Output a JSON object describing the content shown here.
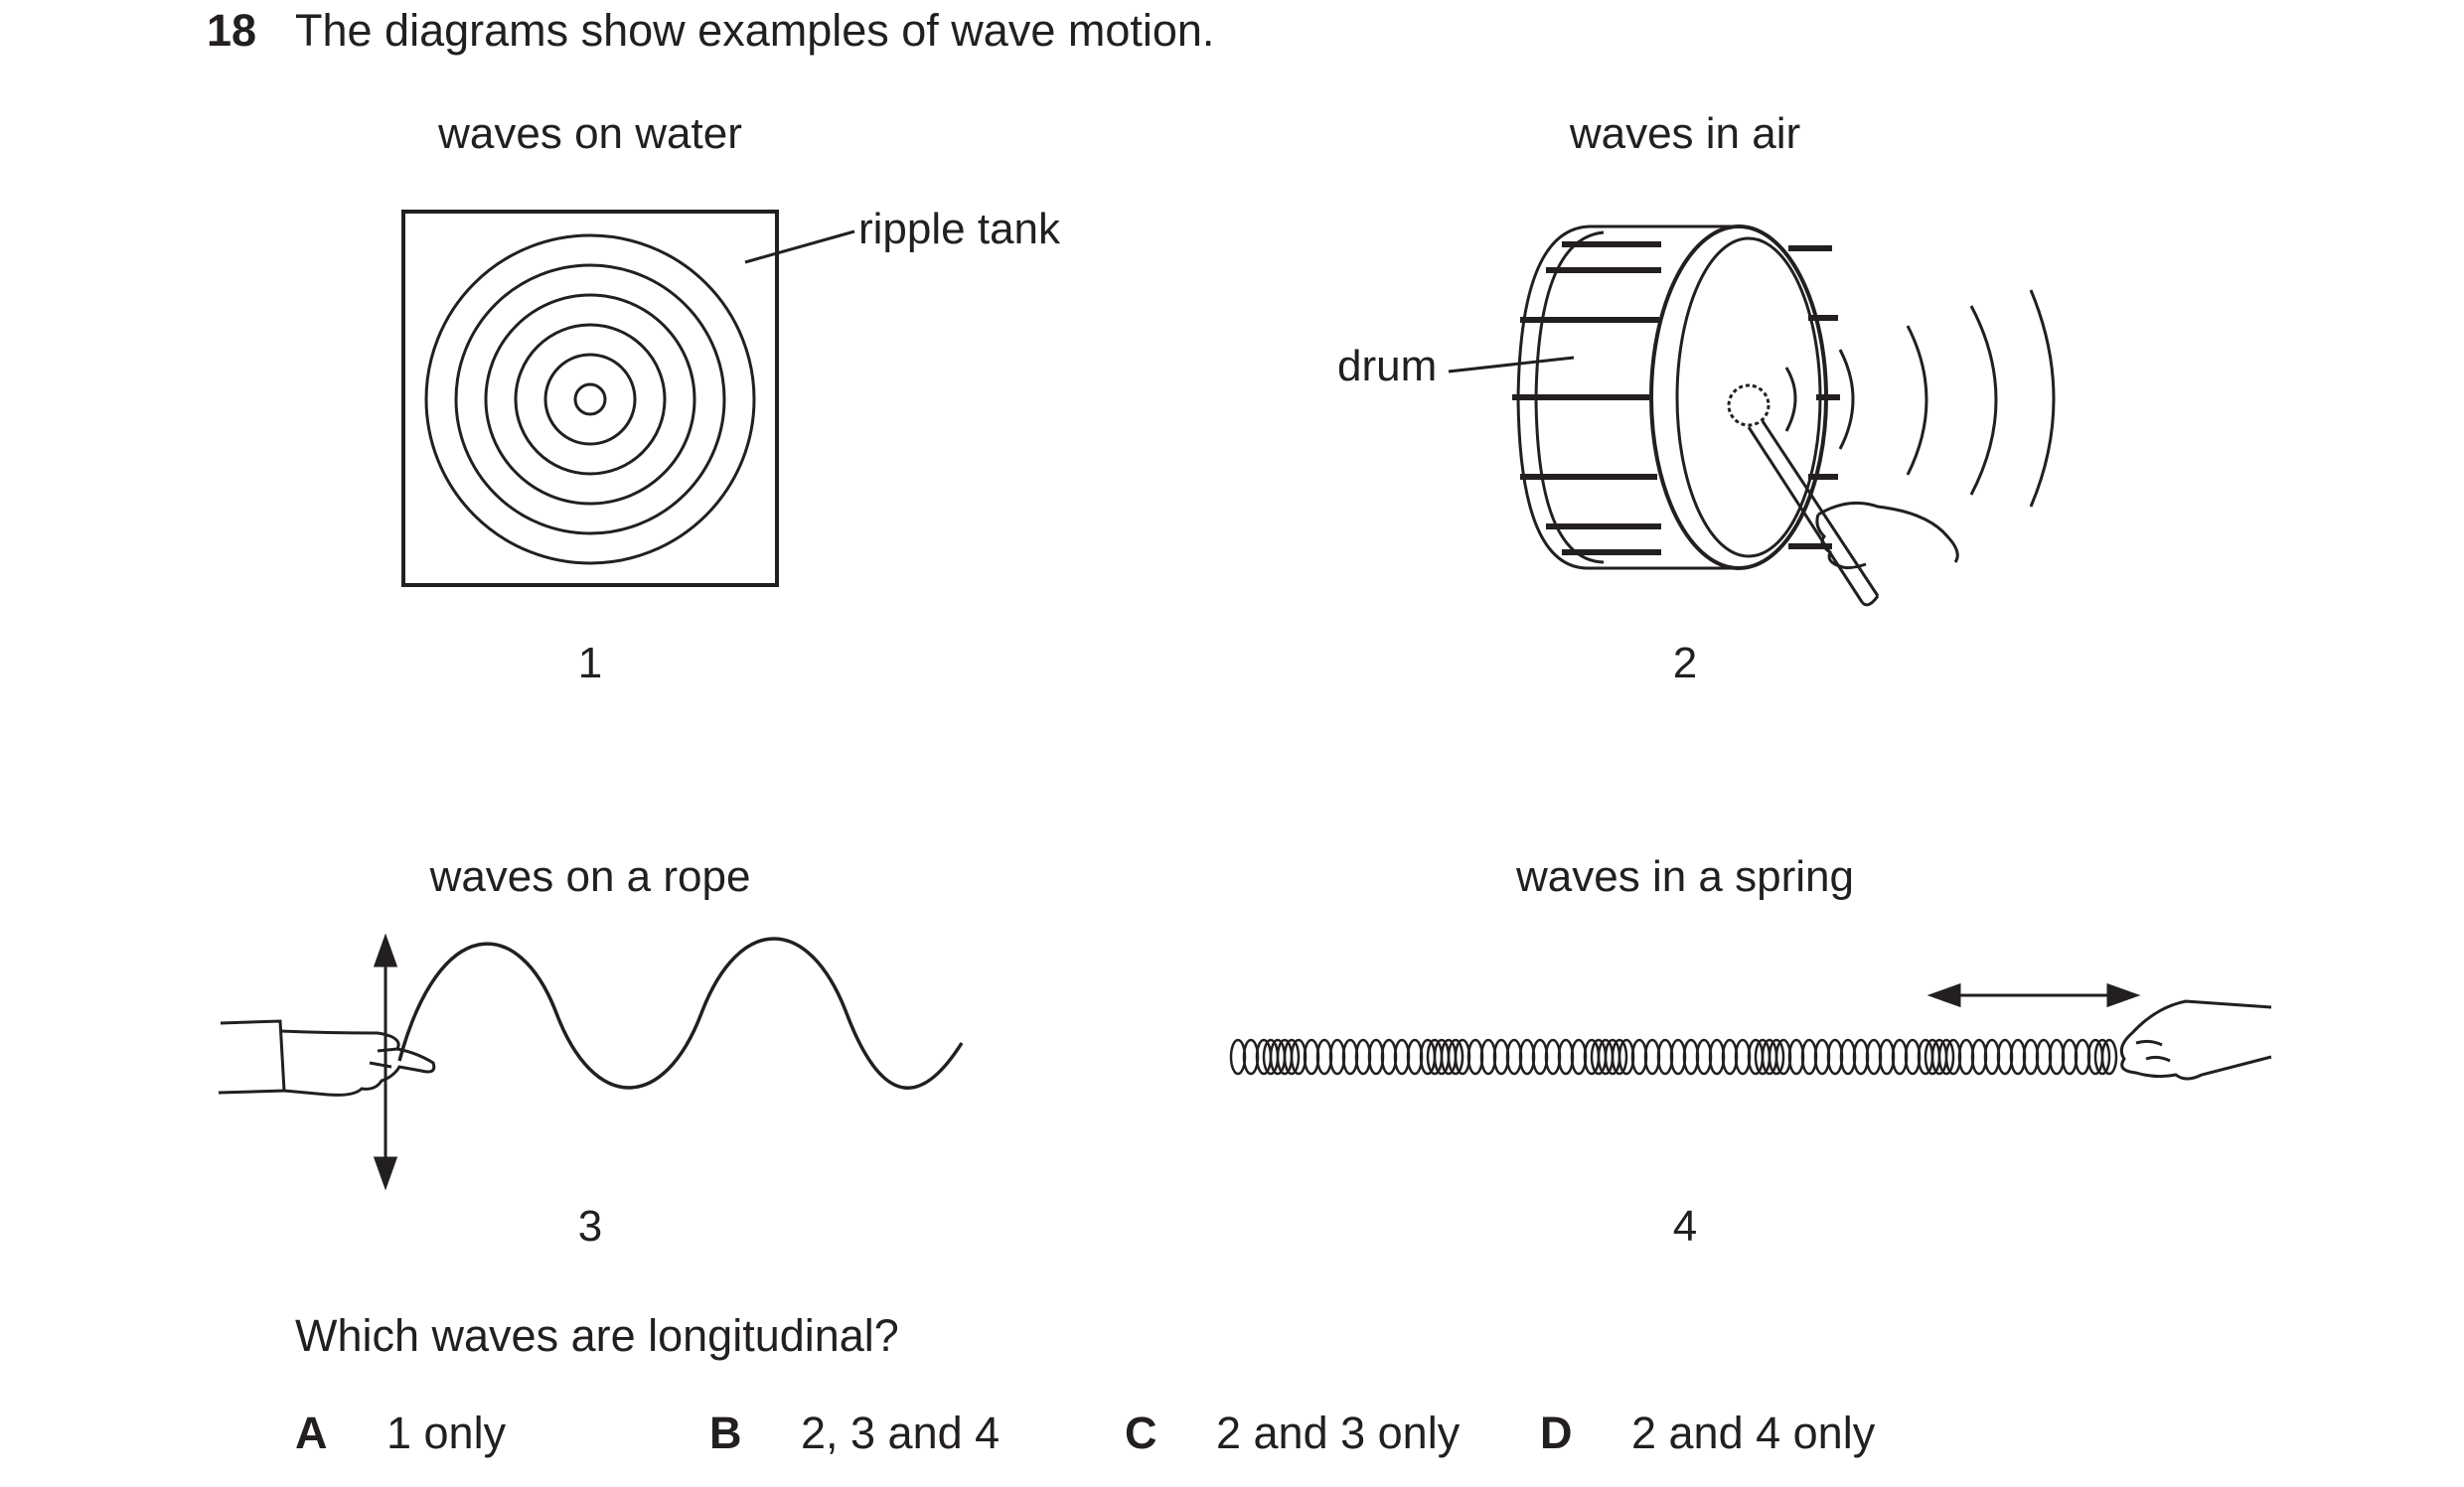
{
  "question": {
    "number": "18",
    "text": "The diagrams show examples of wave motion.",
    "prompt": "Which waves are longitudinal?"
  },
  "figures": [
    {
      "caption": "waves on water",
      "number": "1",
      "label": "ripple tank"
    },
    {
      "caption": "waves in air",
      "number": "2",
      "label": "drum"
    },
    {
      "caption": "waves on a rope",
      "number": "3"
    },
    {
      "caption": "waves in a spring",
      "number": "4"
    }
  ],
  "options": [
    {
      "letter": "A",
      "text": "1 only"
    },
    {
      "letter": "B",
      "text": "2, 3 and 4"
    },
    {
      "letter": "C",
      "text": "2 and 3 only"
    },
    {
      "letter": "D",
      "text": "2 and 4 only"
    }
  ],
  "icons": {
    "ripple_tank": "concentric-ripples-icon",
    "drum": "drum-icon",
    "hand": "hand-icon",
    "arrow": "double-arrow-icon",
    "spring": "spring-coil-icon"
  }
}
